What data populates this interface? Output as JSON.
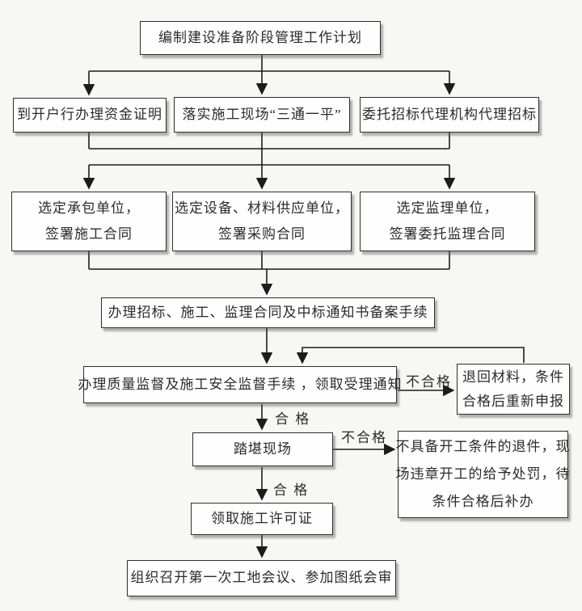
{
  "nodes": {
    "plan": {
      "lines": [
        "编制建设准备阶段管理工作计划"
      ]
    },
    "fund": {
      "lines": [
        "到开户行办理资金证明"
      ]
    },
    "site_prep": {
      "lines": [
        "落实施工现场“三通一平”"
      ]
    },
    "agency": {
      "lines": [
        "委托招标代理机构代理招标"
      ]
    },
    "contractor": {
      "lines": [
        "选定承包单位，",
        "签署施工合同"
      ]
    },
    "supplier": {
      "lines": [
        "选定设备、材料供应单位，",
        "签署采购合同"
      ]
    },
    "supervisor": {
      "lines": [
        "选定监理单位，",
        "签署委托监理合同"
      ]
    },
    "filing": {
      "lines": [
        "办理招标、施工、监理合同及中标通知书备案手续"
      ]
    },
    "quality": {
      "lines": [
        "办理质量监督及施工安全监督手续 ，领取受理通知"
      ]
    },
    "return_materials": {
      "lines": [
        "退回材料，条件",
        "合格后重新申报"
      ]
    },
    "site_visit": {
      "lines": [
        "踏堪现场"
      ]
    },
    "reject": {
      "lines": [
        "不具备开工条件的退件，现",
        "场违章开工的给予处罚，待",
        "条件合格后补办"
      ]
    },
    "permit": {
      "lines": [
        "领取施工许可证"
      ]
    },
    "meeting": {
      "lines": [
        "组织召开第一次工地会议、参加图纸会审"
      ]
    }
  },
  "edge_labels": {
    "fail_1": "不合格",
    "pass_1": "合 格",
    "fail_2": "不合格",
    "pass_2": "合 格"
  },
  "colors": {
    "background": "#f7f7f5",
    "box_fill": "#fefefe",
    "box_border": "#2e2e2e",
    "line": "#1c1c1c",
    "text": "#2b2b2b"
  }
}
